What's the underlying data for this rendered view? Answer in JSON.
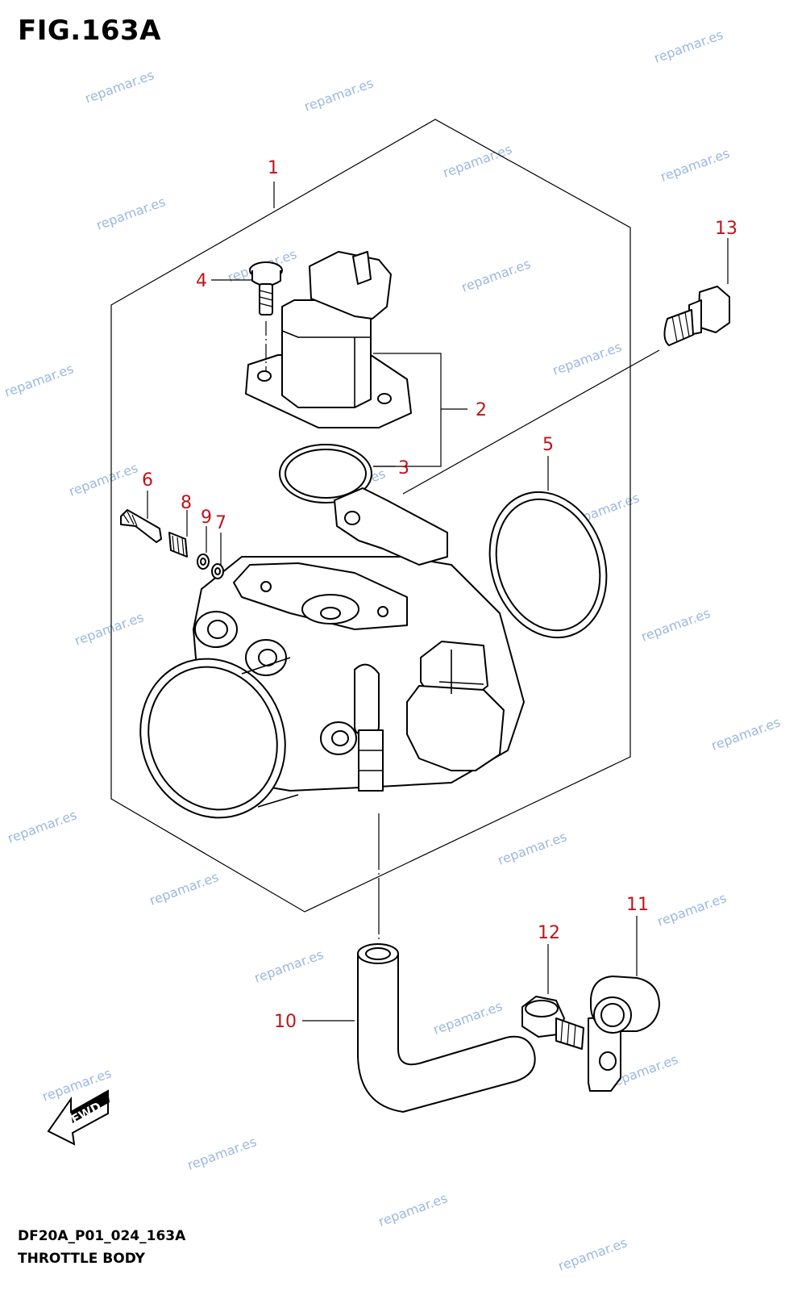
{
  "figure": {
    "title": "FIG.163A",
    "code": "DF20A_P01_024_163A",
    "name": "THROTTLE BODY"
  },
  "colors": {
    "callout": "#c0141b",
    "watermark": "#7aa0d8",
    "line": "#000000"
  },
  "callouts": [
    "1",
    "2",
    "3",
    "4",
    "5",
    "6",
    "7",
    "8",
    "9",
    "10",
    "11",
    "12",
    "13"
  ],
  "fwd_label": "FWD",
  "watermark": "repamar.es"
}
